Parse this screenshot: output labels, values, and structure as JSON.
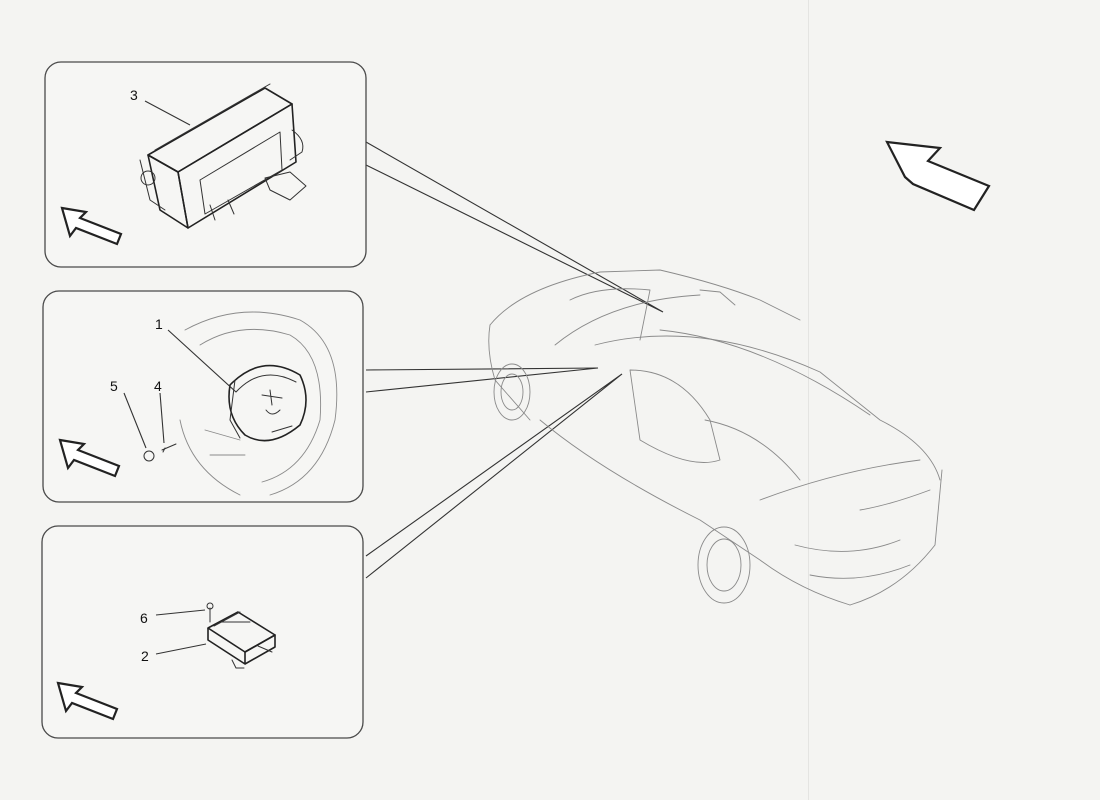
{
  "diagram": {
    "panels": [
      {
        "id": "airbag-module",
        "callouts": [
          {
            "label": "3",
            "part": "passenger-airbag"
          }
        ]
      },
      {
        "id": "steering-wheel",
        "callouts": [
          {
            "label": "1",
            "part": "driver-airbag"
          },
          {
            "label": "5",
            "part": "cap"
          },
          {
            "label": "4",
            "part": "screw"
          }
        ]
      },
      {
        "id": "control-unit",
        "callouts": [
          {
            "label": "6",
            "part": "bolt"
          },
          {
            "label": "2",
            "part": "airbag-control-unit"
          }
        ]
      }
    ],
    "colors": {
      "line": "#333333",
      "panel_border": "#4a4a4a",
      "background": "#f4f4f2"
    }
  }
}
